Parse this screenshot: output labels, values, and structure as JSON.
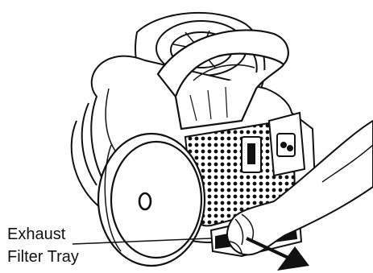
{
  "diagram": {
    "subject": "canister vacuum cleaner, rear view, hand removing exhaust filter tray",
    "callout": {
      "line1": "Exhaust",
      "line2": "Filter Tray"
    },
    "colors": {
      "ink": "#111111",
      "background": "#ffffff",
      "hand_fill": "#ffffff"
    }
  }
}
